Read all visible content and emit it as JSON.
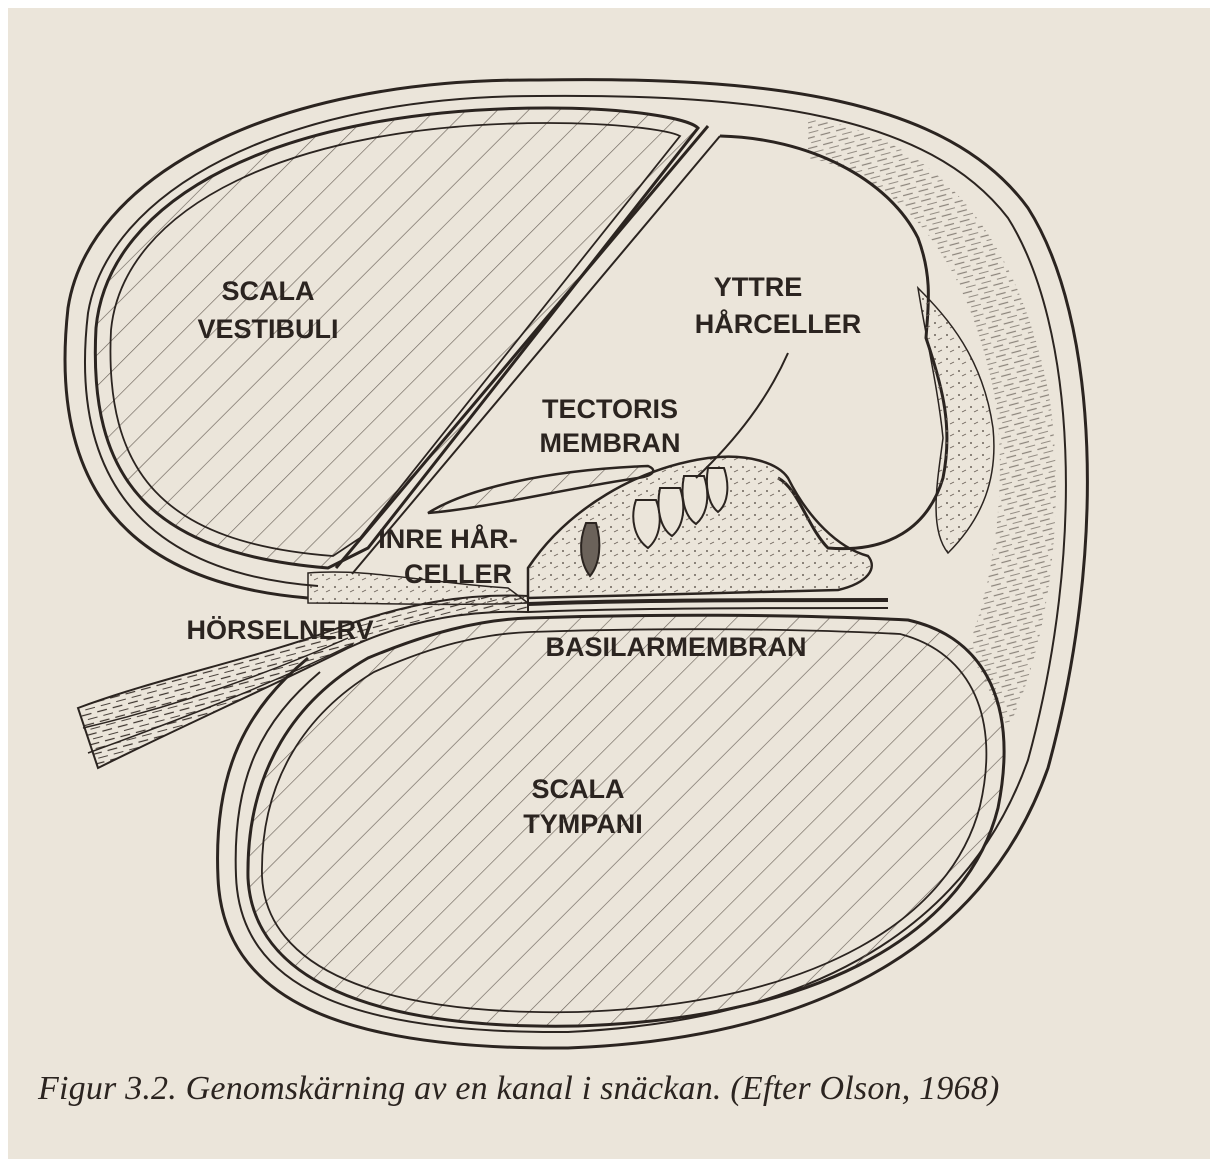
{
  "figure": {
    "labels": {
      "scala_vestibuli_1": "SCALA",
      "scala_vestibuli_2": "VESTIBULI",
      "yttre_1": "YTTRE",
      "yttre_2": "HÅRCELLER",
      "tectoris_1": "TECTORIS",
      "tectoris_2": "MEMBRAN",
      "inre_1": "INRE HÅR-",
      "inre_2": "CELLER",
      "horselnerv": "HÖRSELNERV",
      "basilar": "BASILARMEMBRAN",
      "scala_tympani_1": "SCALA",
      "scala_tympani_2": "TYMPANI"
    },
    "caption": "Figur 3.2. Genomskärning av en kanal i snäckan. (Efter Olson, 1968)"
  },
  "colors": {
    "paper": "#ebe5da",
    "ink": "#2b2420"
  }
}
